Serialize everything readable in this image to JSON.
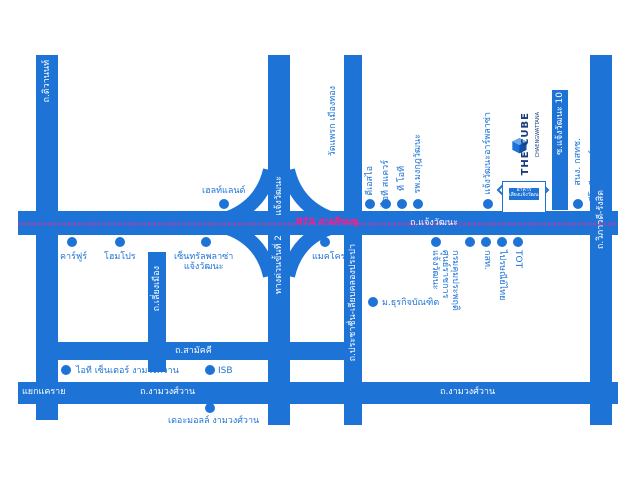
{
  "roads": {
    "chaeng_wattana": "ถ.แจ้งวัฒนะ",
    "tiwanon": "ถ.ติวานนท์",
    "liang_mueang": "ถ.เลี่ยงเมือง",
    "samakkhi": "ถ.สามัคคี",
    "ngam_wong_wan_left": "ถ.งามวงศ์วาน",
    "ngam_wong_wan_right": "ถ.งามวงศ์วาน",
    "tollway_upper": "แจ้งวัฒนะ",
    "tollway": "ทางด่วนขั้นที่ 2",
    "prachachuen": "ถ.ประชาชื่น-เลียบคลองประปา",
    "vibhavadi": "ถ.วิภาวดี-รังสิต",
    "soi_10": "ซ.แจ้งวัฒนะ 10",
    "khae_rai": "แยกแคราย"
  },
  "bts": "BTS สายสีชมพู",
  "places": {
    "health_land": "เฮลท์แลนด์",
    "carefour": "คาร์ฟูร์",
    "home_pro": "โฮมโปร",
    "central": "เซ็นทรัลพลาซ่า\nแจ้งวัฒนะ",
    "makro": "แมคโคร",
    "thurakij": "ม.ธุรกิจบัณฑิต",
    "it_square": "ไอที สแควร์",
    "tot_office": "ที โอที",
    "dsi": "ดีเอสไอ",
    "moph_hospital": "รพ.มงกุฎวัฒนะ",
    "chaeng_wattana_park": "แจ้งวัฒนะอาร์พลาซ่า",
    "nbtc": "สนง. กสทช.",
    "tot": "ทีโอที สแควร์",
    "dept_rights": "กรมคุมประพฤติ\nศูนย์ราชการ\nแจ้งวัฒนะ",
    "cat": "กสท.",
    "post": "ไปรษณีย์ไทย",
    "tot2": "TOT",
    "it_center": "ไอที เซ็นเตอร์ งามวงศ์วาน",
    "isb": "ISB",
    "the_mall": "เดอะมอลล์ งามวงศ์วาน",
    "tiwanon_temple": "วัดแพรก เมืองทอง",
    "building_box": "อาคาร\nเสียงแจ้งวัฒนะ"
  },
  "logo": {
    "word": "THE CUBE",
    "sub": "CHAENGWATTANA"
  },
  "colors": {
    "road": "#1e73d6",
    "place": "#1e73d6",
    "bts": "#ff1a8c",
    "background": "#ffffff"
  }
}
